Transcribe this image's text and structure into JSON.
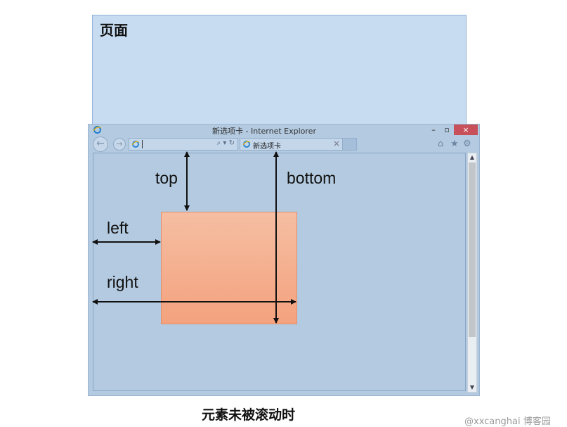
{
  "page": {
    "label": "页面"
  },
  "browser": {
    "window_title": "新选项卡 - Internet Explorer",
    "minimize_glyph": "–",
    "maximize_glyph": "▫",
    "close_glyph": "×",
    "back_glyph": "←",
    "forward_glyph": "→",
    "address_tools": "⌕ ▾ ↻",
    "tab_label": "新选项卡",
    "tab_close_glyph": "×",
    "home_glyph": "⌂",
    "favorites_glyph": "★",
    "tools_glyph": "⚙",
    "scroll_up_glyph": "▲",
    "scroll_down_glyph": "▼",
    "accent_colors": {
      "close": "#c7505a",
      "ie_blue": "#1e7fd1",
      "ie_ring": "#f0b400"
    }
  },
  "measures": {
    "top": "top",
    "bottom": "bottom",
    "left": "left",
    "right": "right"
  },
  "element_colors": {
    "fill_top": "#f5bea2",
    "fill_bottom": "#f4a27e"
  },
  "caption": "元素未被滚动时",
  "watermark": "@xxcanghai 博客园"
}
